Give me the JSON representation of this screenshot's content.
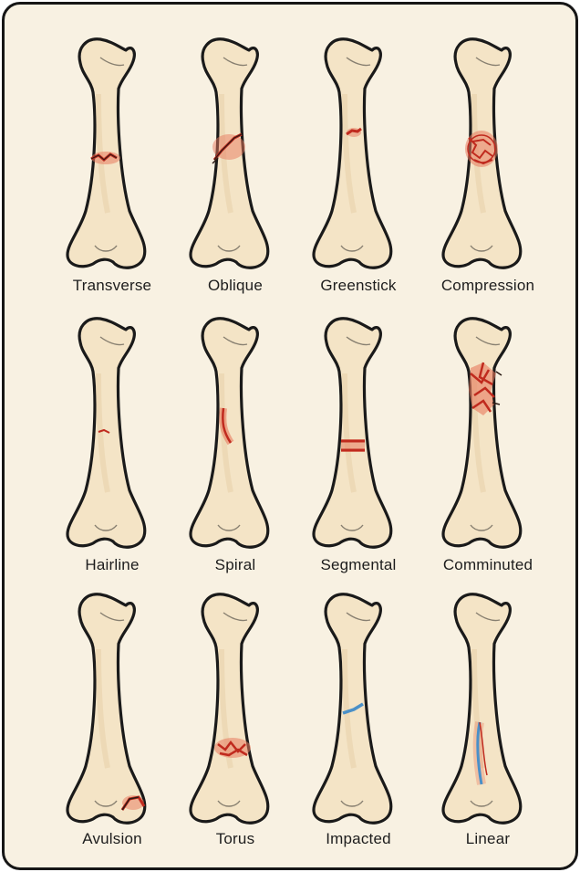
{
  "colors": {
    "background": "#f8f1e2",
    "border": "#161616",
    "bone_fill": "#f4e4c6",
    "bone_outline": "#1a1a1a",
    "fracture_red": "#c02a1e",
    "fracture_glow": "#e87a5e",
    "impacted_blue": "#4a90c8"
  },
  "fractures": [
    {
      "label": "Transverse",
      "icon": "transverse-fracture-icon"
    },
    {
      "label": "Oblique",
      "icon": "oblique-fracture-icon"
    },
    {
      "label": "Greenstick",
      "icon": "greenstick-fracture-icon"
    },
    {
      "label": "Compression",
      "icon": "compression-fracture-icon"
    },
    {
      "label": "Hairline",
      "icon": "hairline-fracture-icon"
    },
    {
      "label": "Spiral",
      "icon": "spiral-fracture-icon"
    },
    {
      "label": "Segmental",
      "icon": "segmental-fracture-icon"
    },
    {
      "label": "Comminuted",
      "icon": "comminuted-fracture-icon"
    },
    {
      "label": "Avulsion",
      "icon": "avulsion-fracture-icon"
    },
    {
      "label": "Torus",
      "icon": "torus-fracture-icon"
    },
    {
      "label": "Impacted",
      "icon": "impacted-fracture-icon"
    },
    {
      "label": "Linear",
      "icon": "linear-fracture-icon"
    }
  ]
}
